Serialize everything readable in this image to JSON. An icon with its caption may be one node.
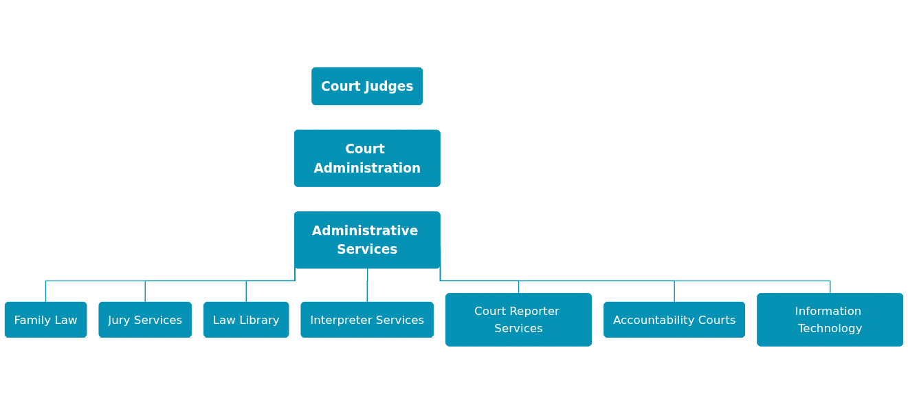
{
  "diagram": {
    "nodes": [
      {
        "text": [
          "Court Judges"
        ]
      },
      {
        "text": [
          "Court Administration"
        ]
      },
      {
        "text": [
          "Administrative Services"
        ]
      },
      {
        "text": [
          "Family Law"
        ]
      },
      {
        "text": [
          "Jury Services"
        ]
      },
      {
        "text": [
          "Law Library"
        ]
      },
      {
        "text": [
          "Interpreter Services"
        ]
      },
      {
        "text": [
          "Court Reporter Services"
        ]
      },
      {
        "text": [
          "Accountability Courts"
        ]
      },
      {
        "text": [
          "Information Technology"
        ]
      }
    ],
    "edges": [
      {
        "from": 2,
        "to": 3,
        "arrow": "none"
      },
      {
        "from": 2,
        "to": 4,
        "arrow": "none"
      },
      {
        "from": 2,
        "to": 5,
        "arrow": "none"
      },
      {
        "from": 2,
        "to": 6,
        "arrow": "none"
      },
      {
        "from": 2,
        "to": 7,
        "arrow": "none"
      },
      {
        "from": 2,
        "to": 8,
        "arrow": "none"
      },
      {
        "from": 2,
        "to": 9,
        "arrow": "none"
      }
    ]
  }
}
